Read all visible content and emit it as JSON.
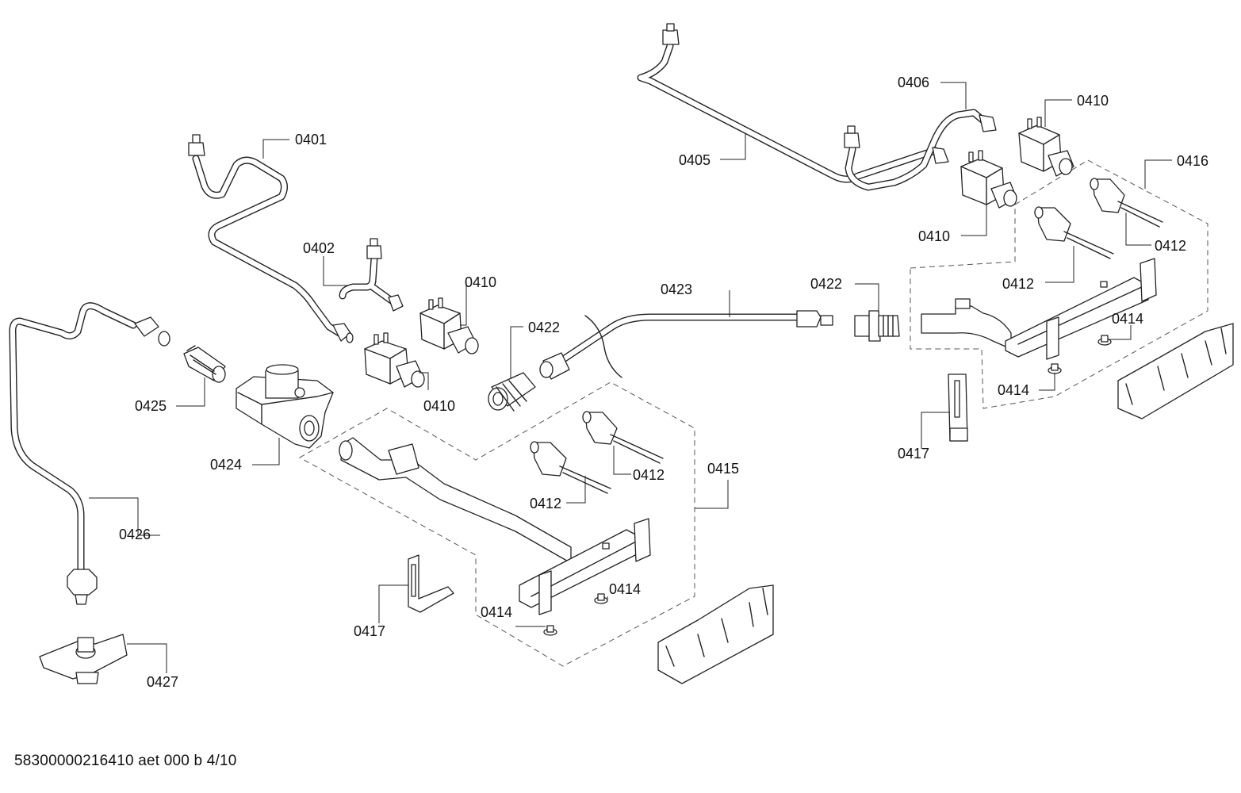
{
  "callouts": [
    {
      "id": "c-0401",
      "text": "0401"
    },
    {
      "id": "c-0402",
      "text": "0402"
    },
    {
      "id": "c-0410a",
      "text": "0410"
    },
    {
      "id": "c-0410b",
      "text": "0410"
    },
    {
      "id": "c-0422a",
      "text": "0422"
    },
    {
      "id": "c-0423",
      "text": "0423"
    },
    {
      "id": "c-0422b",
      "text": "0422"
    },
    {
      "id": "c-0405",
      "text": "0405"
    },
    {
      "id": "c-0406",
      "text": "0406"
    },
    {
      "id": "c-0410c",
      "text": "0410"
    },
    {
      "id": "c-0410d",
      "text": "0410"
    },
    {
      "id": "c-0416",
      "text": "0416"
    },
    {
      "id": "c-0412a",
      "text": "0412"
    },
    {
      "id": "c-0412b",
      "text": "0412"
    },
    {
      "id": "c-0414a",
      "text": "0414"
    },
    {
      "id": "c-0414b",
      "text": "0414"
    },
    {
      "id": "c-0417a",
      "text": "0417"
    },
    {
      "id": "c-0425",
      "text": "0425"
    },
    {
      "id": "c-0424",
      "text": "0424"
    },
    {
      "id": "c-0426",
      "text": "0426"
    },
    {
      "id": "c-0415",
      "text": "0415"
    },
    {
      "id": "c-0412c",
      "text": "0412"
    },
    {
      "id": "c-0412d",
      "text": "0412"
    },
    {
      "id": "c-0414c",
      "text": "0414"
    },
    {
      "id": "c-0414d",
      "text": "0414"
    },
    {
      "id": "c-0417b",
      "text": "0417"
    },
    {
      "id": "c-0427",
      "text": "0427"
    }
  ],
  "footer": {
    "text": "58300000216410 aet 000 b 4/10"
  }
}
